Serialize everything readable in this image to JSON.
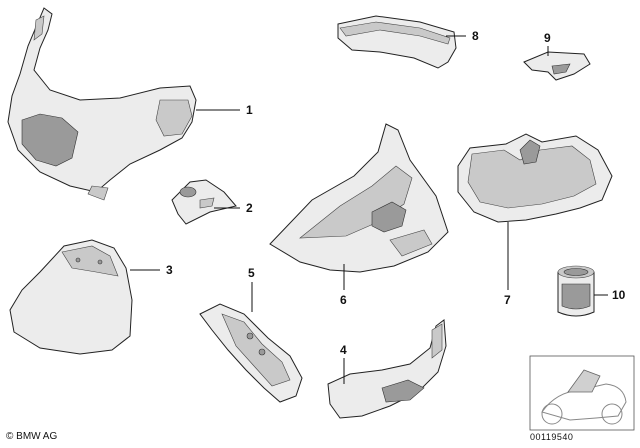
{
  "diagram": {
    "callouts": [
      "1",
      "2",
      "3",
      "4",
      "5",
      "6",
      "7",
      "8",
      "9",
      "10"
    ],
    "copyright": "© BMW AG",
    "document_number": "00119540"
  }
}
